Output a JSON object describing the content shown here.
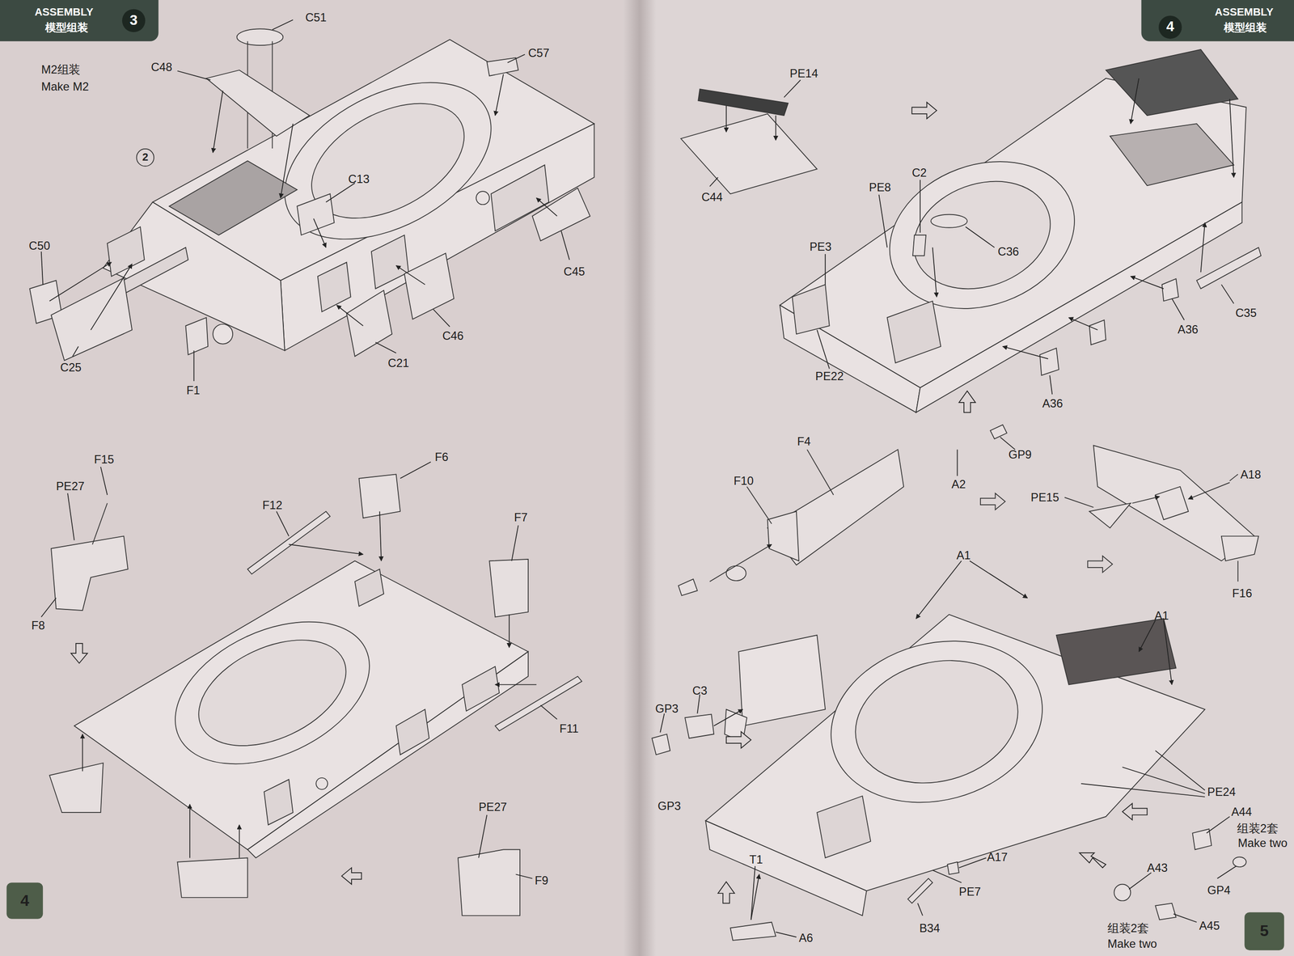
{
  "diagram": {
    "nodes": [
      {
        "text": [
          "ASSEMBLY",
          "模型组装"
        ]
      },
      {
        "text": [
          "3"
        ],
        "in": 0
      },
      {
        "text": [
          "ASSEMBLY",
          "模型组装"
        ]
      },
      {
        "text": [
          "4"
        ],
        "in": 2
      },
      {
        "text": [
          "2"
        ]
      },
      {
        "text": [
          "4"
        ]
      },
      {
        "text": [
          "5"
        ]
      }
    ],
    "labels": [
      "M2组装",
      "Make M2",
      "C51",
      "C57",
      "C48",
      "C13",
      "C45",
      "C50",
      "C25",
      "F1",
      "C21",
      "C46",
      "F15",
      "PE27",
      "F8",
      "F6",
      "F12",
      "F7",
      "F11",
      "PE27",
      "F9",
      "PE14",
      "C44",
      "C2",
      "PE8",
      "PE3",
      "C36",
      "PE22",
      "A36",
      "C35",
      "A36",
      "GP9",
      "A2",
      "F4",
      "F10",
      "A18",
      "PE15",
      "F16",
      "A1",
      "A1",
      "C3",
      "GP3",
      "GP3",
      "PE24",
      "A44",
      "组装2套",
      "Make two",
      "GP4",
      "A43",
      "A17",
      "PE7",
      "T1",
      "B34",
      "A6",
      "A45",
      "组装2套",
      "Make two"
    ]
  }
}
